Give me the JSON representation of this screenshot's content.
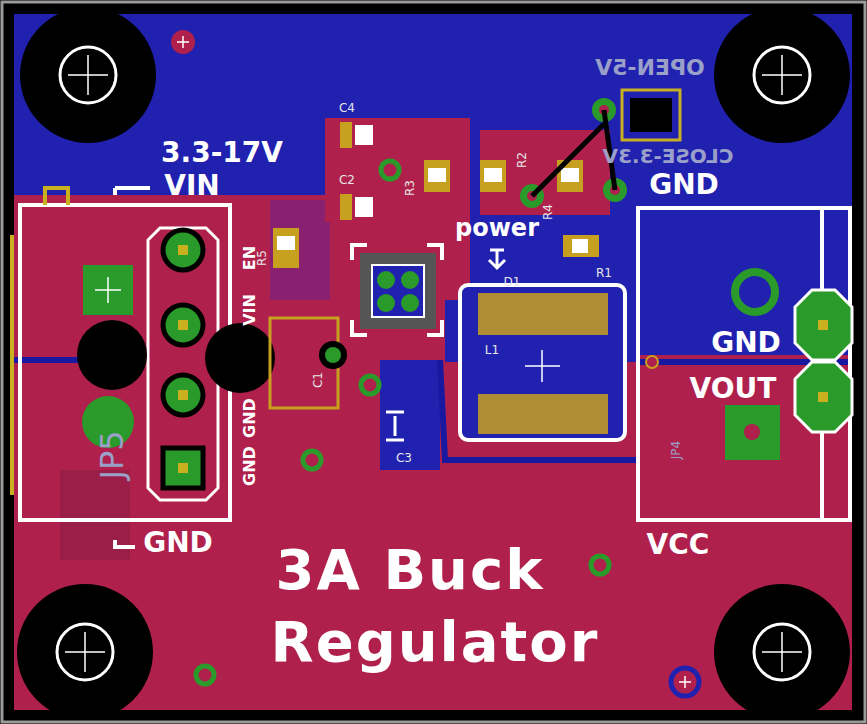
{
  "diagram": {
    "labels": [
      "3.3-17V",
      "VIN",
      "GND",
      "VIN",
      "EN",
      "GND",
      "GND",
      "JP5",
      "C4",
      "C2",
      "R3",
      "R2",
      "R4",
      "R5",
      "power",
      "D1",
      "R1",
      "L1",
      "C1",
      "C3",
      "OPEN-5V",
      "CLOSE-3.3V",
      "GND",
      "GND",
      "VOUT",
      "VCC",
      "JP4",
      "3A Buck",
      "Regulator"
    ]
  }
}
